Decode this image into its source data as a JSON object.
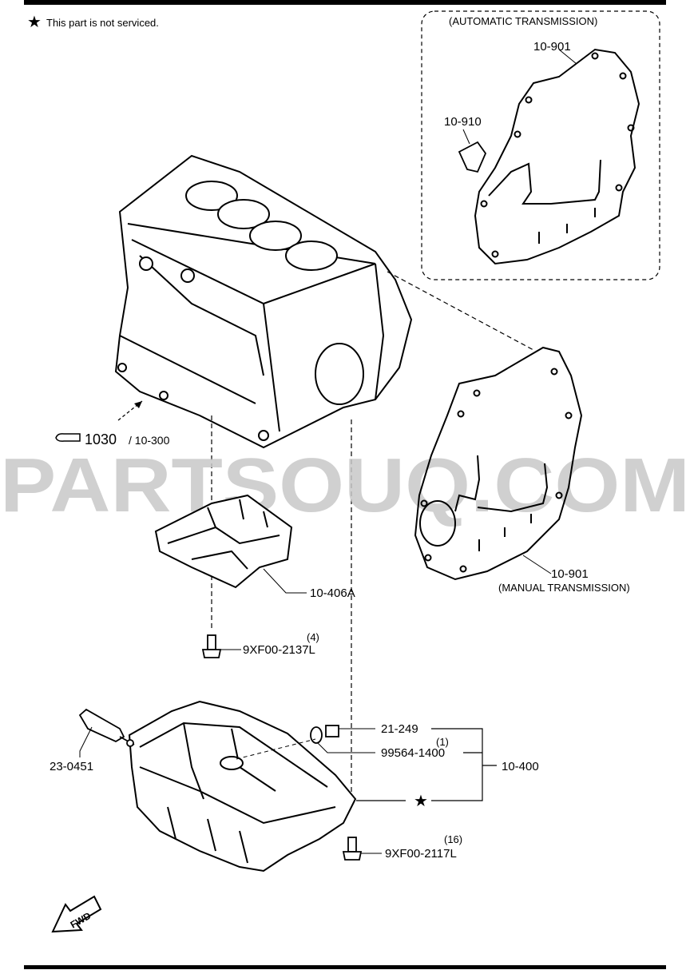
{
  "note": {
    "symbol": "★",
    "text": "This part is not serviced."
  },
  "watermark": "PARTSOUQ.COM",
  "auto_box": {
    "title": "(AUTOMATIC TRANSMISSION)"
  },
  "callouts": {
    "gasket_at": "10-901",
    "plate": "10-910",
    "block_ref": "1030",
    "block_part": "/ 10-300",
    "gasket_mt": "10-901",
    "gasket_mt_desc": "(MANUAL TRANSMISSION)",
    "oil_pump_plate": "10-406A",
    "bolt_a_qty": "(4)",
    "bolt_a": "9XF00-2137L",
    "drain_plug": "21-249",
    "washer_qty": "(1)",
    "washer": "99564-1400",
    "oil_pan": "10-400",
    "dipstick": "23-0451",
    "bolt_b_qty": "(16)",
    "bolt_b": "9XF00-2117L",
    "star": "★",
    "fwd": "FWD"
  },
  "colors": {
    "line": "#000000",
    "watermark": "#c8c8c8"
  }
}
